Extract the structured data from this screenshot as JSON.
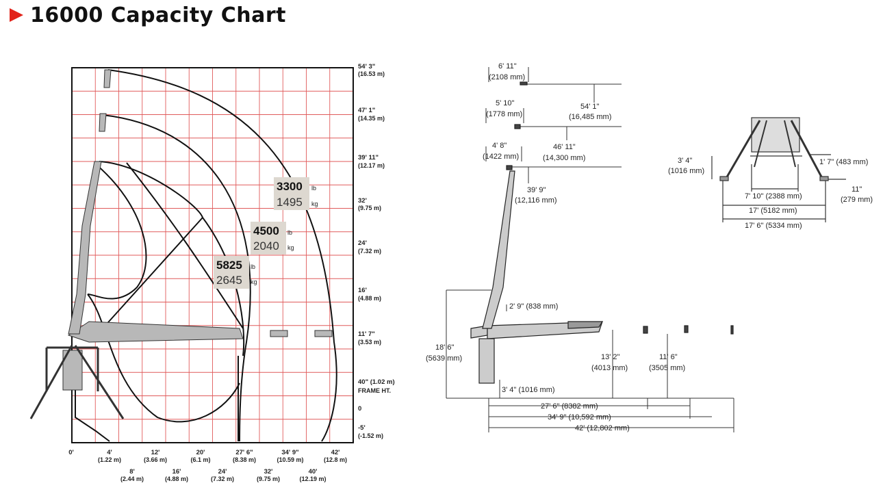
{
  "title": "16000 Capacity Chart",
  "colors": {
    "accent": "#e2231a",
    "grid": "#e05a5a",
    "boom": "#b8b8b8",
    "label_bg": "#ddd8d0"
  },
  "capacity_chart": {
    "right_axis": [
      {
        "ft": "54' 3\"",
        "m": "(16.53 m)"
      },
      {
        "ft": "47' 1\"",
        "m": "(14.35 m)"
      },
      {
        "ft": "39' 11\"",
        "m": "(12.17 m)"
      },
      {
        "ft": "32'",
        "m": "(9.75 m)"
      },
      {
        "ft": "24'",
        "m": "(7.32 m)"
      },
      {
        "ft": "16'",
        "m": "(4.88 m)"
      },
      {
        "ft": "11' 7\"",
        "m": "(3.53 m)"
      },
      {
        "ft": "40\" (1.02 m)",
        "m": "FRAME HT."
      },
      {
        "ft": "0",
        "m": ""
      },
      {
        "ft": "-5'",
        "m": "(-1.52 m)"
      }
    ],
    "bottom_axis_row1": [
      {
        "ft": "0'",
        "m": ""
      },
      {
        "ft": "4'",
        "m": "(1.22 m)"
      },
      {
        "ft": "12'",
        "m": "(3.66 m)"
      },
      {
        "ft": "20'",
        "m": "(6.1 m)"
      },
      {
        "ft": "27' 6\"",
        "m": "(8.38 m)"
      },
      {
        "ft": "34' 9\"",
        "m": "(10.59 m)"
      },
      {
        "ft": "42'",
        "m": "(12.8 m)"
      }
    ],
    "bottom_axis_row2": [
      {
        "ft": "8'",
        "m": "(2.44 m)"
      },
      {
        "ft": "16'",
        "m": "(4.88 m)"
      },
      {
        "ft": "24'",
        "m": "(7.32 m)"
      },
      {
        "ft": "32'",
        "m": "(9.75 m)"
      },
      {
        "ft": "40'",
        "m": "(12.19 m)"
      }
    ],
    "loads": [
      {
        "lb": "3300",
        "lb_unit": "lb",
        "kg": "1495",
        "kg_unit": "kg"
      },
      {
        "lb": "4500",
        "lb_unit": "lb",
        "kg": "2040",
        "kg_unit": "kg"
      },
      {
        "lb": "5825",
        "lb_unit": "lb",
        "kg": "2645",
        "kg_unit": "kg"
      }
    ]
  },
  "side_view": {
    "dims": [
      "6' 11\"",
      "(2108 mm)",
      "5' 10\"",
      "(1778 mm)",
      "54' 1\"",
      "(16,485 mm)",
      "4' 8\"",
      "(1422 mm)",
      "46' 11\"",
      "(14,300 mm)",
      "39' 9\"",
      "(12,116 mm)",
      "2' 9\" (838 mm)",
      "18' 6\"",
      "(5639 mm)",
      "13' 2\"",
      "(4013 mm)",
      "11' 6\"",
      "(3505 mm)",
      "3' 4\" (1016 mm)",
      "27' 6\" (8382 mm)",
      "34' 9\" (10,592 mm)",
      "42' (12,802 mm)"
    ]
  },
  "front_view": {
    "dims": [
      "3' 4\"",
      "(1016 mm)",
      "1' 7\" (483 mm)",
      "11\"",
      "(279 mm)",
      "7' 10\" (2388 mm)",
      "17' (5182 mm)",
      "17' 6\" (5334 mm)"
    ]
  }
}
